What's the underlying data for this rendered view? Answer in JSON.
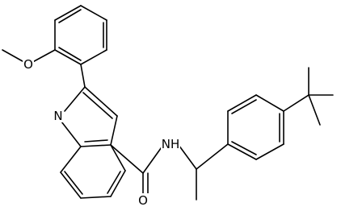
{
  "molecule": {
    "atoms": {
      "O_methoxy": "O",
      "N_ring": "N",
      "N_amide": "NH",
      "O_carbonyl": "O"
    }
  }
}
